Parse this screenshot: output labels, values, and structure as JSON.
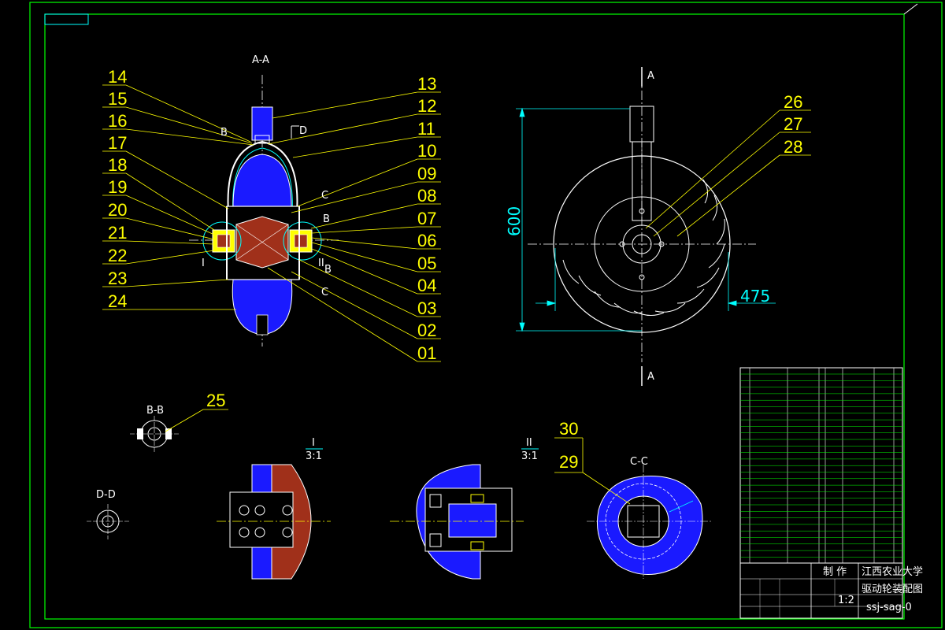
{
  "labels": {
    "left": [
      "14",
      "15",
      "16",
      "17",
      "18",
      "19",
      "20",
      "21",
      "22",
      "23",
      "24"
    ],
    "right": [
      "13",
      "12",
      "11",
      "10",
      "09",
      "08",
      "07",
      "06",
      "05",
      "04",
      "03",
      "02",
      "01"
    ],
    "right_view": [
      "26",
      "27",
      "28"
    ],
    "misc": {
      "p25": "25",
      "p30": "30",
      "p29": "29"
    }
  },
  "sections": {
    "aa_top": "A-A",
    "a_top": "A",
    "a_bottom": "A",
    "bb": "B-B",
    "dd": "D-D",
    "cc": "C-C",
    "detail1": "I",
    "detail1_scale": "3:1",
    "detail2": "II",
    "detail2_scale": "3:1",
    "b1": "B",
    "b2": "B",
    "c1": "C",
    "c2": "C",
    "d1": "D",
    "i_mark": "I",
    "ii_mark": "II"
  },
  "dimensions": {
    "height": "600",
    "width": "475"
  },
  "title_block": {
    "line1": "江西农业大学",
    "line2": "驱动轮装配图",
    "code": "ssj-sag-0",
    "made": "制  作",
    "scale": "1:2"
  },
  "colors": {
    "frame": "#00ff00",
    "part_blue": "#1a1aff",
    "part_red": "#a0301a",
    "leader": "#ffff00",
    "line": "#ffffff",
    "dim": "#00ffff"
  }
}
